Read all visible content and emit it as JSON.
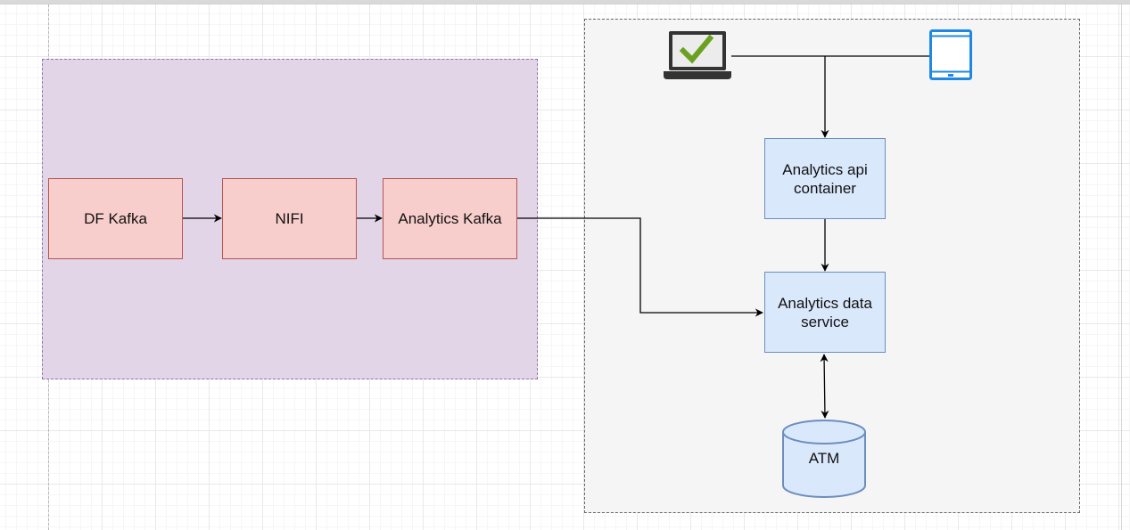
{
  "nodes": {
    "df_kafka": "DF Kafka",
    "nifi": "NIFI",
    "analytics_kafka": "Analytics Kafka",
    "analytics_api": "Analytics api container",
    "analytics_data": "Analytics data service",
    "atm": "ATM"
  },
  "icons": {
    "laptop": "laptop-check-icon",
    "tablet": "tablet-icon"
  },
  "colors": {
    "purple_group_fill": "#e1d5e7",
    "purple_group_stroke": "#9673a6",
    "gray_group_fill": "#f5f5f5",
    "red_fill": "#f8cecc",
    "red_stroke": "#b85450",
    "blue_fill": "#dae8fc",
    "blue_stroke": "#6c8ebf",
    "tablet_blue": "#1e88e5",
    "check_green": "#6aa121"
  }
}
